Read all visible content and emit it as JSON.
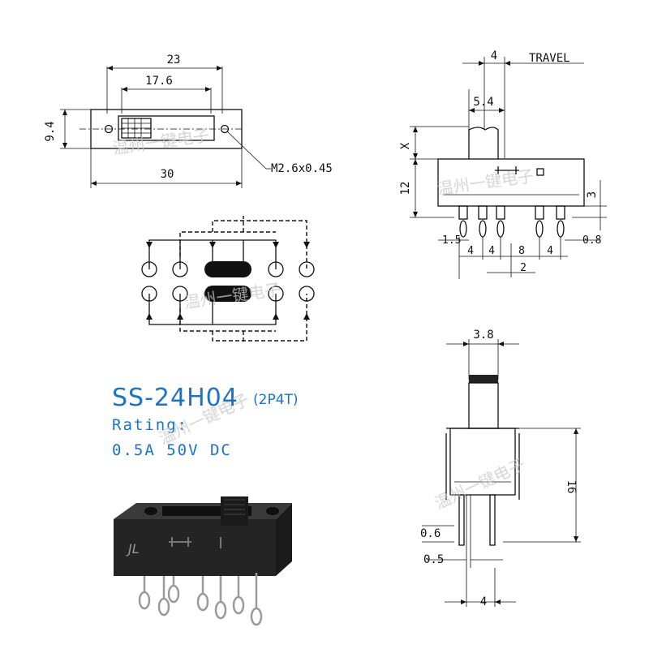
{
  "product": {
    "model": "SS-24H04",
    "config": "(2P4T)",
    "rating_label": "Rating:",
    "rating_value": "0.5A  50V  DC"
  },
  "watermark": "温州一键电子",
  "top_view": {
    "dim_overall_top": "23",
    "dim_slot": "17.6",
    "dim_height": "9.4",
    "dim_length": "30",
    "screw_callout": "M2.6x0.45"
  },
  "side_view": {
    "travel_value": "4",
    "travel_label": "TRAVEL",
    "actuator_width": "5.4",
    "actuator_height": "X",
    "body_height": "12",
    "pin_offset": "3",
    "pin_width_left": "1.5",
    "pin_width_right": "0.8",
    "pitch_1": "4",
    "pitch_2": "4",
    "pitch_3": "8",
    "pitch_4": "4",
    "center_offset": "2"
  },
  "end_view": {
    "actuator_width": "3.8",
    "body_height": "16",
    "pin_thickness": "0.6",
    "pin_width": "0.5",
    "pin_spacing": "4"
  },
  "colors": {
    "accent": "#1f72c4",
    "line": "#111111",
    "body": "#2a2a2a"
  }
}
